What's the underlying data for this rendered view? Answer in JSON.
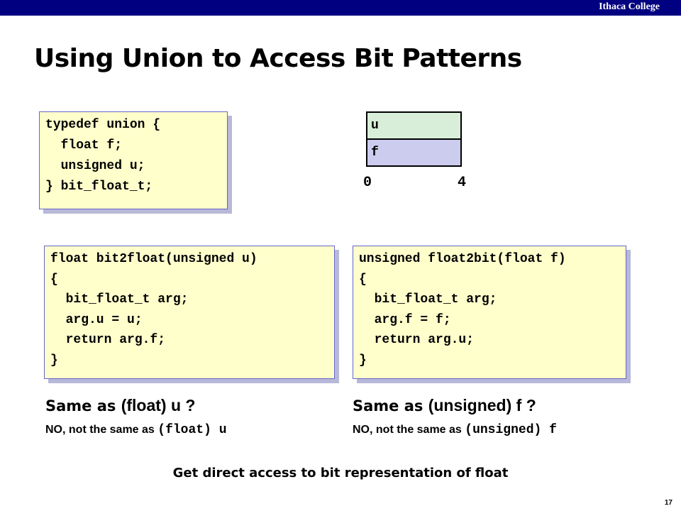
{
  "header": {
    "college": "Ithaca College"
  },
  "slide": {
    "title": "Using Union to Access Bit Patterns",
    "typedef_code": "typedef union {\n  float f;\n  unsigned u;\n} bit_float_t;",
    "memory": {
      "cell_u": "u",
      "cell_f": "f",
      "offset_start": "0",
      "offset_end": "4"
    },
    "bit2float_code": "float bit2float(unsigned u)\n{\n  bit_float_t arg;\n  arg.u = u;\n  return arg.f;\n}",
    "float2bit_code": "unsigned float2bit(float f)\n{\n  bit_float_t arg;\n  arg.f = f;\n  return arg.u;\n}",
    "left_question": {
      "prefix": "Same as",
      "cast": "(float) u ?"
    },
    "right_question": {
      "prefix": "Same as",
      "cast": "(unsigned) f ?"
    },
    "left_note": {
      "text": "NO, not the same as",
      "code": "(float) u"
    },
    "right_note": {
      "text": "NO, not the same as",
      "code": "(unsigned) f"
    },
    "footer": "Get direct access to bit representation of float",
    "slide_number": "17"
  }
}
